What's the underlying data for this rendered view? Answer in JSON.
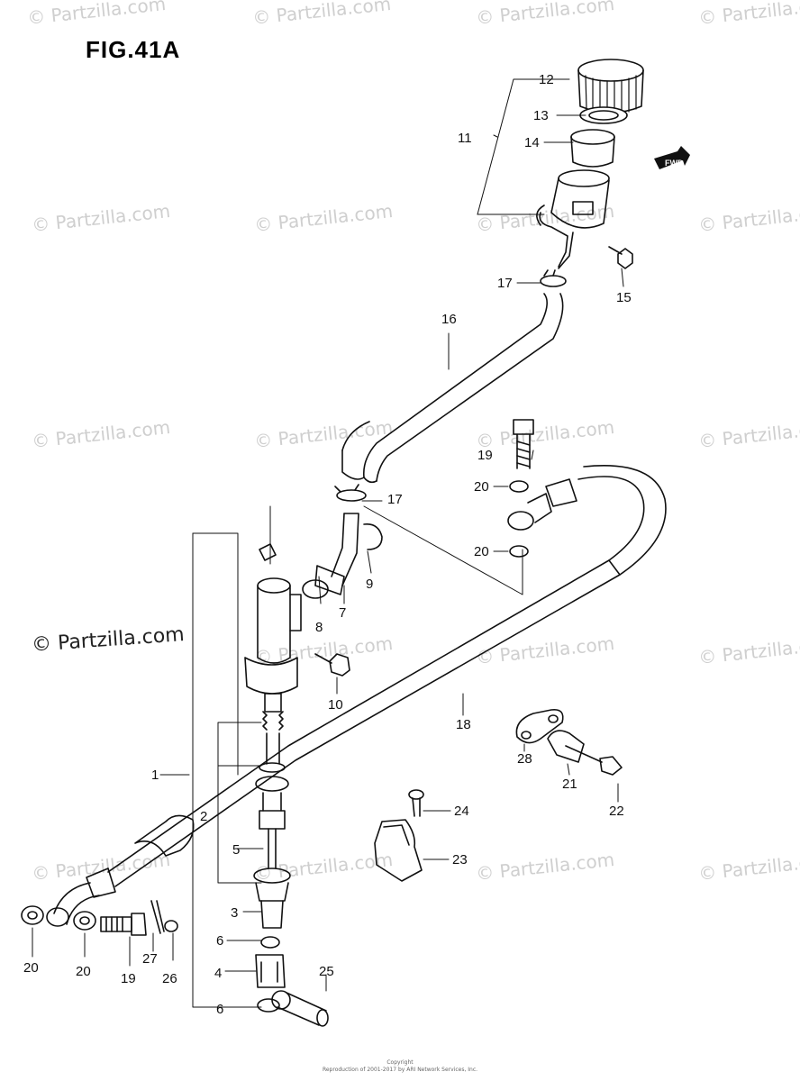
{
  "figure": {
    "title": "FIG.41A"
  },
  "watermark": {
    "text": "© Partzilla.com",
    "feature": "© Partzilla.com"
  },
  "direction_badge": {
    "text": "FWD"
  },
  "callouts": {
    "c1": "1",
    "c2": "2",
    "c3": "3",
    "c4": "4",
    "c5": "5",
    "c6a": "6",
    "c6b": "6",
    "c7": "7",
    "c8": "8",
    "c9": "9",
    "c10": "10",
    "c11": "11",
    "c12": "12",
    "c13": "13",
    "c14": "14",
    "c15": "15",
    "c16": "16",
    "c17a": "17",
    "c17b": "17",
    "c18": "18",
    "c19a": "19",
    "c19b": "19",
    "c20a": "20",
    "c20b": "20",
    "c20c": "20",
    "c20d": "20",
    "c21": "21",
    "c22": "22",
    "c23": "23",
    "c24": "24",
    "c25": "25",
    "c26": "26",
    "c27": "27",
    "c28": "28"
  },
  "footer": {
    "line1": "Copyright",
    "line2": "Reproduction of 2001-2017 by ARI Network Services, Inc."
  }
}
